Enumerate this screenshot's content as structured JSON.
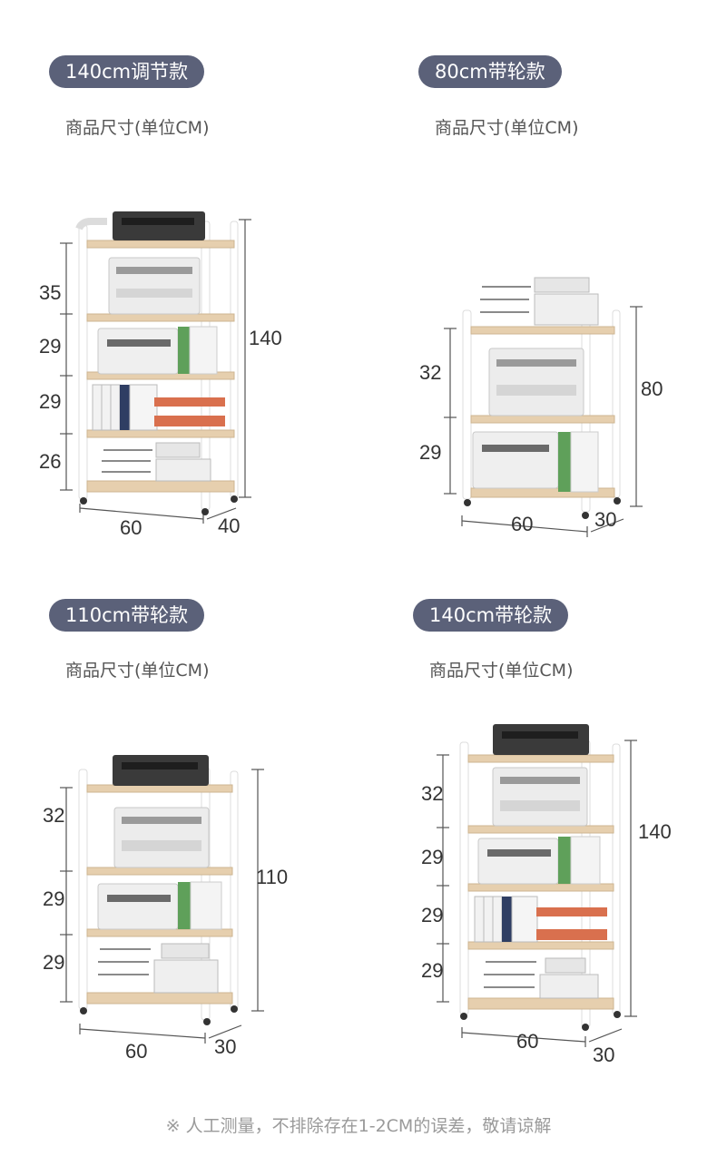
{
  "panels": [
    {
      "badge": "140cm调节款",
      "subtitle": "商品尺寸(单位CM)",
      "dims": {
        "shelves": [
          "35",
          "29",
          "29",
          "26"
        ],
        "height": "140",
        "width": "60",
        "depth": "40"
      }
    },
    {
      "badge": "80cm带轮款",
      "subtitle": "商品尺寸(单位CM)",
      "dims": {
        "shelves": [
          "32",
          "29"
        ],
        "height": "80",
        "width": "60",
        "depth": "30"
      }
    },
    {
      "badge": "110cm带轮款",
      "subtitle": "商品尺寸(单位CM)",
      "dims": {
        "shelves": [
          "32",
          "29",
          "29"
        ],
        "height": "110",
        "width": "60",
        "depth": "30"
      }
    },
    {
      "badge": "140cm带轮款",
      "subtitle": "商品尺寸(单位CM)",
      "dims": {
        "shelves": [
          "32",
          "29",
          "29",
          "29"
        ],
        "height": "140",
        "width": "60",
        "depth": "30"
      }
    }
  ],
  "footer": "※ 人工测量，不排除存在1-2CM的误差，敬请谅解",
  "colors": {
    "badge": "#5b6179",
    "frame": "#ffffff",
    "wood": "#e6cfae",
    "printer_dark": "#3a3a3a"
  }
}
